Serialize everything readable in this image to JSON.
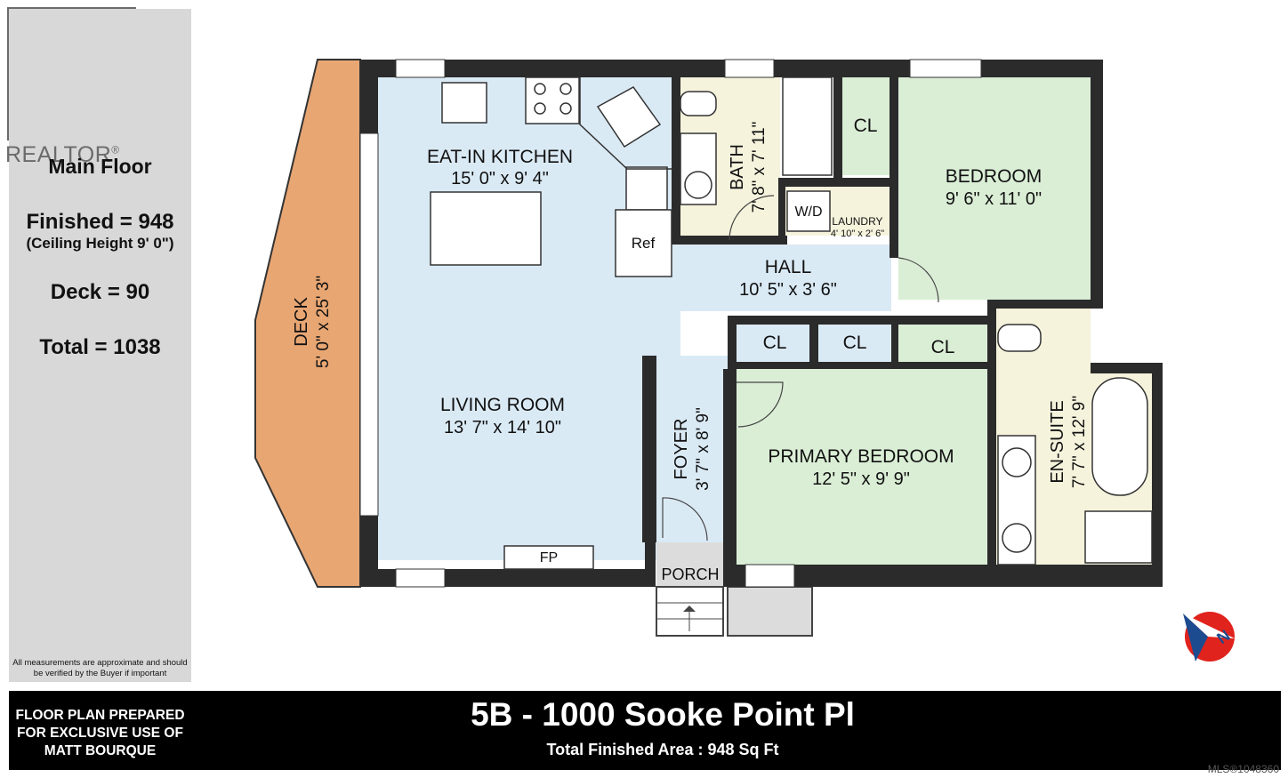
{
  "branding": {
    "logo_text": "REALTOR",
    "logo_mark": "®"
  },
  "summary": {
    "floor_title": "Main Floor",
    "finished": "Finished = 948",
    "ceiling": "(Ceiling Height  9' 0\")",
    "deck": "Deck = 90",
    "total": "Total = 1038",
    "disclaimer": "All measurements are approximate and should be verified by the Buyer if important"
  },
  "rooms": {
    "kitchen": {
      "name": "EAT-IN KITCHEN",
      "dims": "15' 0\" x 9' 4\""
    },
    "living": {
      "name": "LIVING ROOM",
      "dims": "13' 7\" x 14' 10\""
    },
    "bath": {
      "name": "BATH",
      "dims": "7' 8\" x 7' 11\""
    },
    "bedroom": {
      "name": "BEDROOM",
      "dims": "9' 6\" x 11' 0\""
    },
    "hall": {
      "name": "HALL",
      "dims": "10' 5\" x 3' 6\""
    },
    "laundry": {
      "name": "LAUNDRY",
      "dims": "4' 10\" x 2' 6\""
    },
    "primary": {
      "name": "PRIMARY BEDROOM",
      "dims": "12' 5\" x 9' 9\""
    },
    "foyer": {
      "name": "FOYER",
      "dims": "3' 7\" x 8' 9\""
    },
    "ensuite": {
      "name": "EN-SUITE",
      "dims": "7' 7\" x 12' 9\""
    },
    "deck": {
      "name": "DECK",
      "dims": "5' 0\" x 25' 3\""
    },
    "porch": {
      "name": "PORCH"
    },
    "closet": "CL",
    "wd": "W/D",
    "ref": "Ref",
    "fp": "FP"
  },
  "footer": {
    "prepared_line1": "FLOOR PLAN PREPARED",
    "prepared_line2": "FOR EXCLUSIVE USE OF",
    "prepared_line3": "MATT BOURQUE",
    "address": "5B - 1000 Sooke Point Pl",
    "area": "Total Finished Area : 948 Sq Ft",
    "mls": "MLS®1048360"
  },
  "colors": {
    "wall": "#2b2b2b",
    "kitchen_living": "#daeaf5",
    "bedroom": "#daeed6",
    "bath": "#f5f3dc",
    "deck": "#e8a673",
    "porch": "#dcdcdc",
    "compass_red": "#e0231c",
    "compass_blue": "#1d4b8f"
  }
}
